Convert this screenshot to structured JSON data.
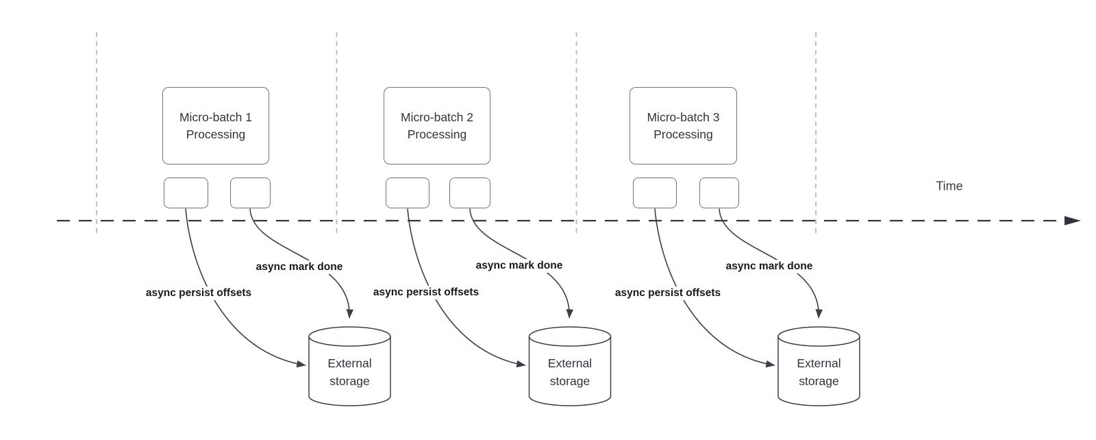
{
  "time_label": "Time",
  "groups": [
    {
      "title_line1": "Micro-batch 1",
      "title_line2": "Processing",
      "persist_label": "async persist offsets",
      "done_label": "async mark done",
      "storage_line1": "External",
      "storage_line2": "storage"
    },
    {
      "title_line1": "Micro-batch 2",
      "title_line2": "Processing",
      "persist_label": "async persist offsets",
      "done_label": "async mark done",
      "storage_line1": "External",
      "storage_line2": "storage"
    },
    {
      "title_line1": "Micro-batch 3",
      "title_line2": "Processing",
      "persist_label": "async persist offsets",
      "done_label": "async mark done",
      "storage_line1": "External",
      "storage_line2": "storage"
    }
  ],
  "colors": {
    "arrow_stroke": "#3a4048",
    "axis_stroke": "#2f353b",
    "divider_stroke": "#b1b4b8",
    "box_border": "#6f747b",
    "box_text": "#2f343c",
    "label_text": "#15181c"
  }
}
